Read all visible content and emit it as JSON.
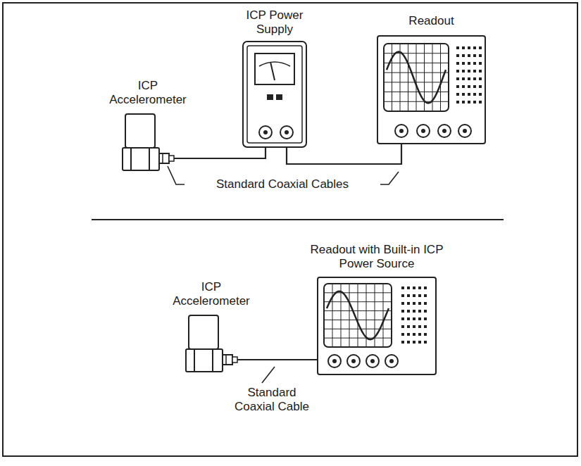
{
  "diagram": {
    "nodes": [
      {
        "text": [
          "ICP Accelerometer"
        ]
      },
      {
        "text": [
          "ICP Power Supply"
        ]
      },
      {
        "text": [
          "Readout"
        ]
      },
      {
        "text": [
          "ICP Accelerometer"
        ]
      },
      {
        "text": [
          "Readout with Built-in ICP Power Source"
        ]
      }
    ],
    "edges": [
      {
        "from": 0,
        "to": 1,
        "arrow": "none"
      },
      {
        "from": 1,
        "to": 2,
        "arrow": "none"
      },
      {
        "from": 3,
        "to": 4,
        "arrow": "none"
      }
    ],
    "labels": [
      "Standard Coaxial Cables",
      "Standard Coaxial Cable"
    ]
  }
}
